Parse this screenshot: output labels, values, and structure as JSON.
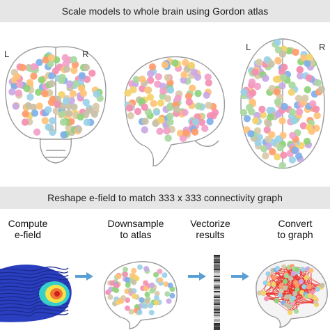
{
  "top_banner": {
    "title": "Scale models to whole brain using Gordon atlas"
  },
  "top_views": {
    "coronal": {
      "left": "L",
      "right": "R"
    },
    "axial": {
      "left": "L",
      "right": "R"
    }
  },
  "bottom_banner": {
    "title": "Reshape e-field to match 333 x 333 connectivity graph"
  },
  "steps": [
    {
      "line1": "Compute",
      "line2": "e-field"
    },
    {
      "line1": "Downsample",
      "line2": "to atlas"
    },
    {
      "line1": "Vectorize",
      "line2": "results"
    },
    {
      "line1": "Convert",
      "line2": "to graph"
    }
  ],
  "colors": {
    "banner": "#e6e6e6",
    "arrow": "#5a9fd4",
    "parcels": [
      "#f2a0c8",
      "#ff9b6b",
      "#8fd17b",
      "#7fb0e8",
      "#c9a8e6",
      "#f3d36a",
      "#c7c0a8",
      "#a8d8a0",
      "#f48fb1",
      "#9ad0e8",
      "#ffc27a",
      "#d9c9a8"
    ],
    "graph_lines": "#e8322a",
    "efield_base": "#2a3fbf",
    "efield_hot": [
      "#37d0c8",
      "#f4e24a",
      "#f07830",
      "#d21f1f"
    ]
  },
  "icons": [
    "arrow-right-icon"
  ]
}
